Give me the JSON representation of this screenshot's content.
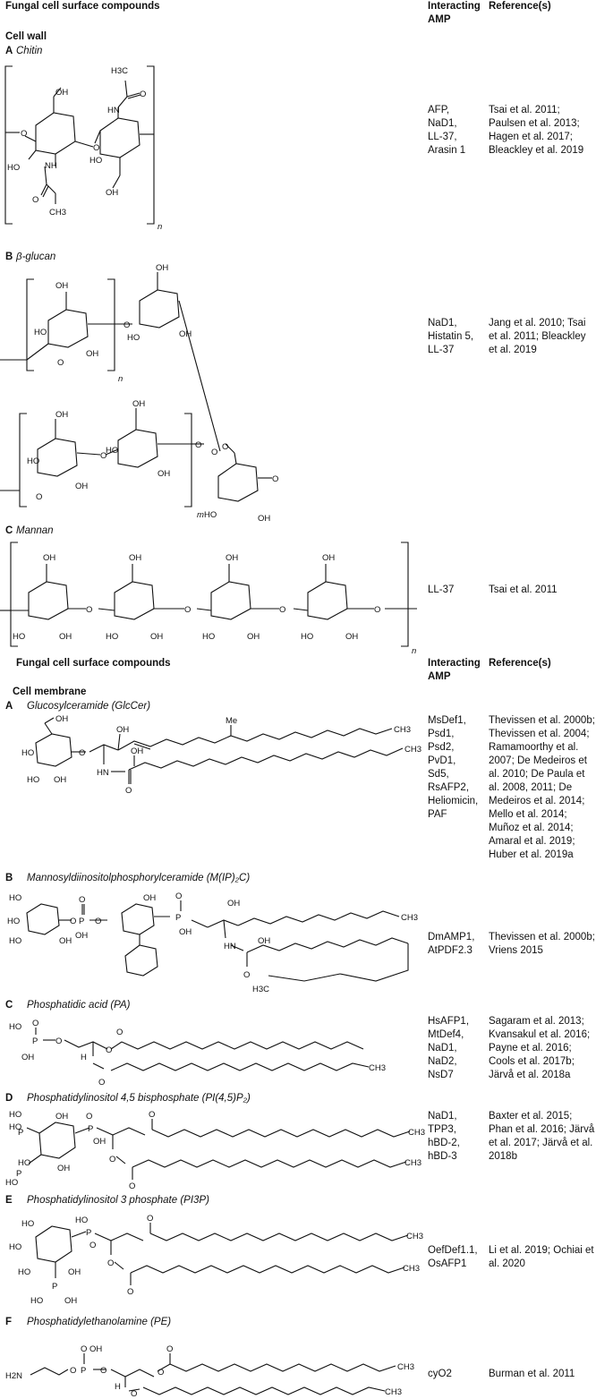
{
  "sections": [
    {
      "header": {
        "compounds": "Fungal cell surface compounds",
        "amp": "Interacting\nAMP",
        "refs": "Reference(s)"
      },
      "group": "Cell wall",
      "rows": [
        {
          "letter": "A",
          "name": "Chitin",
          "amp": "AFP,\nNaD1,\nLL-37,\nArasin 1",
          "refs": "Tsai et al. 2011;\nPaulsen et al. 2013;\nHagen et al. 2017;\nBleackley et al. 2019"
        },
        {
          "letter": "B",
          "name": "β-glucan",
          "amp": "NaD1,\nHistatin 5,\nLL-37",
          "refs": "Jang et al. 2010; Tsai\net al. 2011; Bleackley\net al. 2019"
        },
        {
          "letter": "C",
          "name": "Mannan",
          "amp": "LL-37",
          "refs": "Tsai et al. 2011"
        }
      ]
    },
    {
      "header": {
        "compounds": "Fungal cell surface compounds",
        "amp": "Interacting\nAMP",
        "refs": "Reference(s)"
      },
      "group": "Cell membrane",
      "rows": [
        {
          "letter": "A",
          "name": "Glucosylceramide (GlcCer)",
          "amp": "MsDef1,\nPsd1,\nPsd2,\nPvD1,\nSd5,\nRsAFP2,\nHeliomicin,\nPAF",
          "refs": "Thevissen et al. 2000b;\nThevissen et al. 2004;\nRamamoorthy et al.\n2007; De Medeiros et\nal. 2010; De Paula et\nal. 2008, 2011; De\nMedeiros et al. 2014;\nMello et al. 2014;\nMuñoz et al. 2014;\nAmaral et al. 2019;\nHuber et al. 2019a"
        },
        {
          "letter": "B",
          "name": "Mannosyldiinositolphosphorylceramide (M(IP)₂C)",
          "amp": "DmAMP1,\nAtPDF2.3",
          "refs": "Thevissen et al. 2000b;\nVriens 2015"
        },
        {
          "letter": "C",
          "name": "Phosphatidic acid (PA)",
          "amp": "HsAFP1,\nMtDef4,\nNaD1,\nNaD2,\nNsD7",
          "refs": "Sagaram et al. 2013;\nKvansakul et al. 2016;\nPayne et al. 2016;\nCools et al. 2017b;\nJärvå et al. 2018a"
        },
        {
          "letter": "D",
          "name": "Phosphatidylinositol 4,5 bisphosphate (PI(4,5)P₂)",
          "amp": "NaD1,\nTPP3,\nhBD-2,\nhBD-3",
          "refs": "Baxter et al. 2015;\nPhan et al. 2016; Järvå\net al. 2017; Järvå et al.\n2018b"
        },
        {
          "letter": "E",
          "name": "Phosphatidylinositol 3 phosphate (PI3P)",
          "amp": "OefDef1.1,\nOsAFP1",
          "refs": "Li et al. 2019; Ochiai et\nal. 2020"
        },
        {
          "letter": "F",
          "name": "Phosphatidylethanolamine (PE)",
          "amp": "cyO2",
          "refs": "Burman et al. 2011"
        }
      ]
    }
  ],
  "structure_labels": {
    "oh": "OH",
    "ho": "HO",
    "o": "O",
    "nh": "NH",
    "hn": "HN",
    "p": "P",
    "h": "H",
    "ch3": "CH3",
    "h3c": "H3C",
    "me": "Me",
    "h2n": "H2N",
    "n": "n",
    "m": "m"
  }
}
